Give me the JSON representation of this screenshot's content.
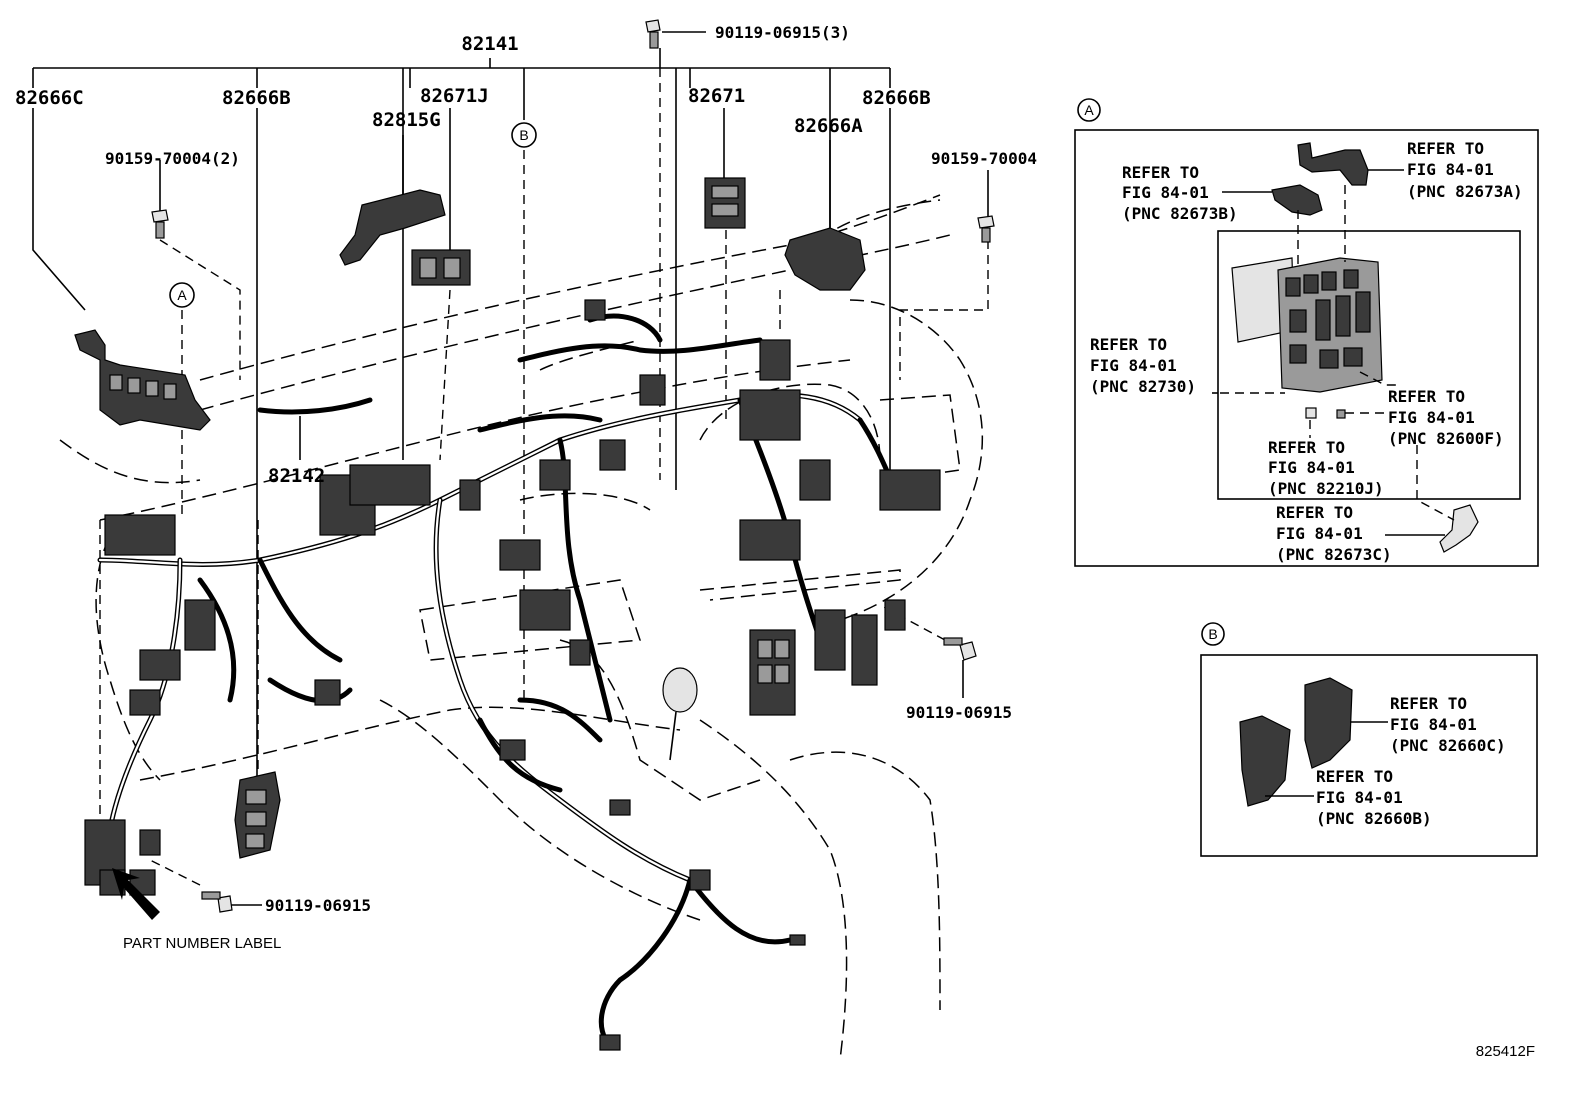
{
  "diagram_id": "825412F",
  "callout_a_letter": "A",
  "callout_b_letter": "B",
  "labels": {
    "p82141": "82141",
    "p82666C": "82666C",
    "p82666B_left": "82666B",
    "p82671J": "82671J",
    "p82815G": "82815G",
    "p82671": "82671",
    "p82666B_right": "82666B",
    "p82666A": "82666A",
    "bolt_top": "90119-06915(3)",
    "bolt_90159_2": "90159-70004(2)",
    "bolt_90159": "90159-70004",
    "p82142": "82142",
    "bolt_right": "90119-06915",
    "bolt_bottom": "90119-06915",
    "part_number_label": "PART NUMBER LABEL"
  },
  "inset_a": {
    "refs": [
      {
        "line1": "REFER TO",
        "line2": "FIG 84-01",
        "line3": "(PNC 82673B)"
      },
      {
        "line1": "REFER TO",
        "line2": "FIG 84-01",
        "line3": "(PNC 82673A)"
      },
      {
        "line1": "REFER TO",
        "line2": "FIG 84-01",
        "line3": "(PNC 82730)"
      },
      {
        "line1": "REFER TO",
        "line2": "FIG 84-01",
        "line3": "(PNC 82600F)"
      },
      {
        "line1": "REFER TO",
        "line2": "FIG 84-01",
        "line3": "(PNC 82210J)"
      },
      {
        "line1": "REFER TO",
        "line2": "FIG 84-01",
        "line3": "(PNC 82673C)"
      }
    ]
  },
  "inset_b": {
    "refs": [
      {
        "line1": "REFER TO",
        "line2": "FIG 84-01",
        "line3": "(PNC 82660C)"
      },
      {
        "line1": "REFER TO",
        "line2": "FIG 84-01",
        "line3": "(PNC 82660B)"
      }
    ]
  }
}
